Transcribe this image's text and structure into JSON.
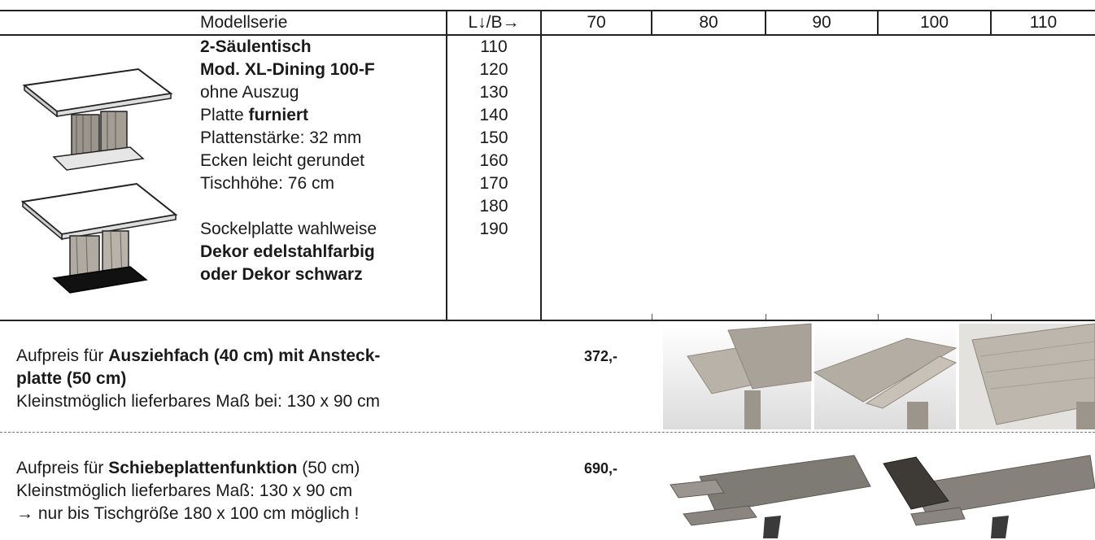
{
  "table": {
    "model_header": "Modellserie",
    "axis_header": "L↓/B→",
    "widths": [
      "70",
      "80",
      "90",
      "100",
      "110"
    ]
  },
  "product": {
    "title_line1": "2-Säulentisch",
    "title_line2": "Mod. XL-Dining 100-F",
    "line3": "ohne Auszug",
    "line4_prefix": "Platte ",
    "line4_bold": "furniert",
    "line5": "Plattenstärke: 32 mm",
    "line6": "Ecken leicht gerundet",
    "line7": "Tischhöhe: 76 cm",
    "line8": "Sockelplatte wahlweise",
    "line9": "Dekor edelstahlfarbig",
    "line10": "oder Dekor schwarz"
  },
  "lengths": [
    "110",
    "120",
    "130",
    "140",
    "150",
    "160",
    "170",
    "180",
    "190"
  ],
  "option1": {
    "prefix": "Aufpreis für ",
    "bold1": "Ausziehfach (40 cm) mit Ansteck-",
    "bold2": "platte (50 cm)",
    "note": "Kleinstmöglich lieferbares Maß bei: 130 x 90 cm",
    "price": "372,-"
  },
  "option2": {
    "prefix": "Aufpreis für ",
    "bold": "Schiebeplattenfunktion",
    "suffix": " (50 cm)",
    "note1": "Kleinstmöglich lieferbares Maß: 130 x 90 cm",
    "note2": "→ nur bis Tischgröße 180 x 100 cm möglich !",
    "price": "690,-"
  },
  "icons": {
    "table_top": "table-illustration-icon",
    "table_bottom": "table-black-base-illustration-icon",
    "extension_photos": "extension-leaf-photos",
    "sliding_photos": "sliding-top-photos"
  },
  "colors": {
    "wood": "#b8b2a8",
    "wood_dark": "#8e877d",
    "base_black": "#111111",
    "sliding_gray": "#7e7a74"
  }
}
